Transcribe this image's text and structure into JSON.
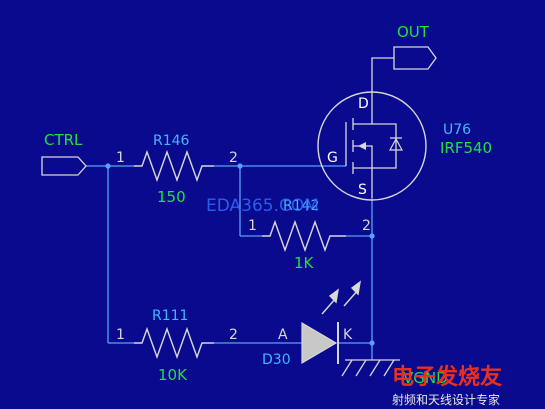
{
  "colors": {
    "background": "#0a0a8e",
    "wire": "#5aa0ff",
    "component": "#d8d8d8",
    "net_label": "#20e040",
    "ref_label": "#3fb8ff",
    "watermark_red": "#e83020"
  },
  "ports": {
    "ctrl": "CTRL",
    "out": "OUT",
    "vgnd": "VGND"
  },
  "resistors": {
    "r146": {
      "ref": "R146",
      "value": "150",
      "pin1": "1",
      "pin2": "2"
    },
    "r142": {
      "ref": "R142",
      "value": "1K",
      "pin1": "1",
      "pin2": "2"
    },
    "r111": {
      "ref": "R111",
      "value": "10K",
      "pin1": "1",
      "pin2": "2"
    }
  },
  "mosfet": {
    "ref": "U76",
    "part": "IRF540",
    "drain": "D",
    "gate": "G",
    "source": "S"
  },
  "led": {
    "ref": "D30",
    "anode": "A",
    "cathode": "K"
  },
  "watermarks": {
    "site": "EDA365.COM",
    "brand": "电子发烧友",
    "tagline": "射频和天线设计专家"
  }
}
